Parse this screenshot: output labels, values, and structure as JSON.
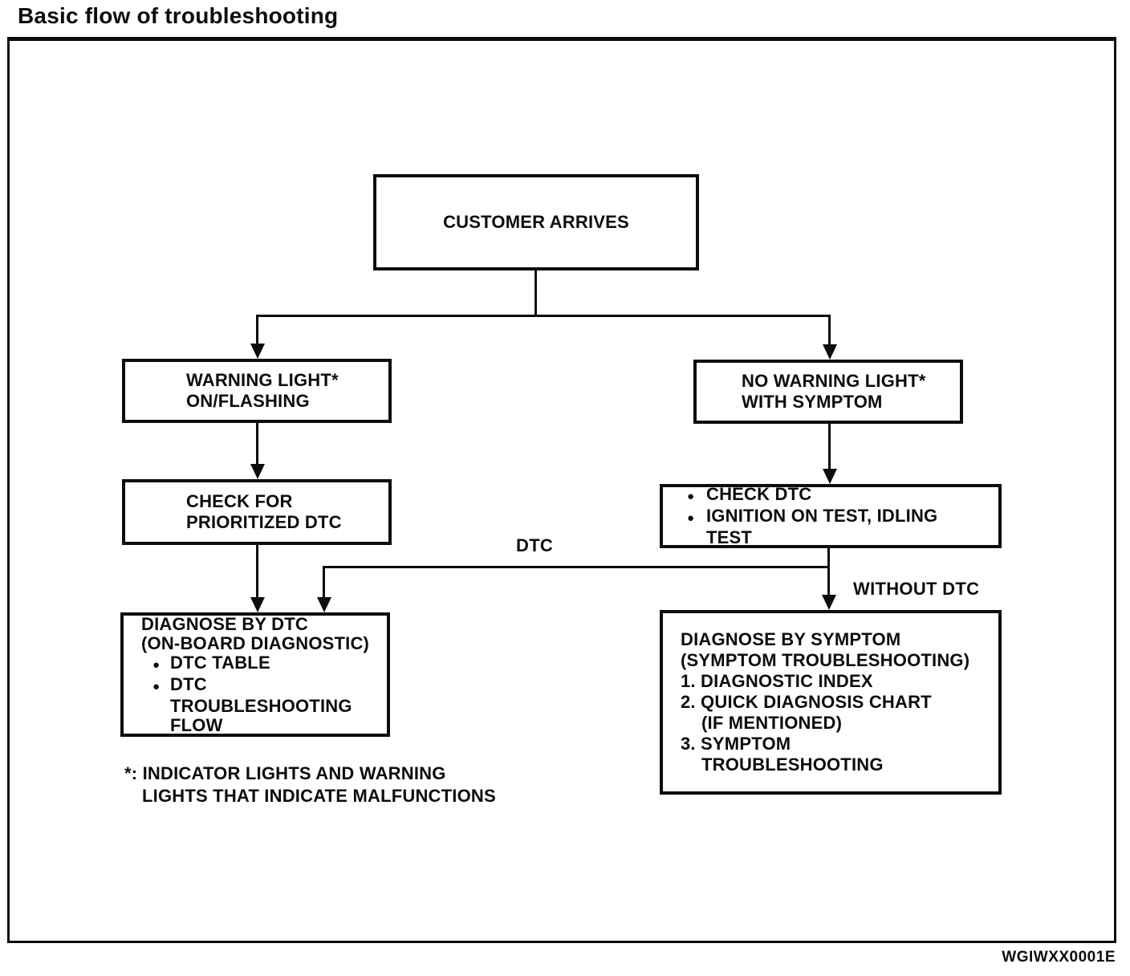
{
  "title": "Basic flow of troubleshooting",
  "glyphs": {
    "bullet": "●"
  },
  "colors": {
    "ink": "#0d0d0d",
    "paper": "#ffffff"
  },
  "diagram": {
    "figure_code": "WGIWXX0001E",
    "labels": {
      "dtc": "DTC",
      "without_dtc": "WITHOUT DTC"
    },
    "boxes": {
      "customer_arrives": {
        "lines": [
          "CUSTOMER ARRIVES"
        ]
      },
      "warning_light": {
        "lines": [
          "WARNING LIGHT*",
          "ON/FLASHING"
        ]
      },
      "no_warning_light": {
        "lines": [
          "NO WARNING LIGHT*",
          "WITH SYMPTOM"
        ]
      },
      "check_prioritized_dtc": {
        "lines": [
          "CHECK FOR",
          "PRIORITIZED DTC"
        ]
      },
      "check_dtc": {
        "lines": [
          "CHECK DTC",
          "IGNITION ON TEST, IDLING",
          "TEST"
        ]
      },
      "diagnose_by_dtc": {
        "lines": [
          "DIAGNOSE BY DTC",
          "(ON-BOARD DIAGNOSTIC)",
          "DTC TABLE",
          "DTC",
          "TROUBLESHOOTING",
          "FLOW"
        ]
      },
      "diagnose_by_symptom": {
        "lines": [
          "DIAGNOSE BY SYMPTOM",
          "(SYMPTOM TROUBLESHOOTING)",
          "1. DIAGNOSTIC INDEX",
          "2. QUICK DIAGNOSIS CHART",
          "(IF MENTIONED)",
          "3. SYMPTOM",
          "TROUBLESHOOTING"
        ]
      }
    },
    "footnote": {
      "lines": [
        "*: INDICATOR LIGHTS AND WARNING",
        "LIGHTS THAT INDICATE MALFUNCTIONS"
      ]
    }
  }
}
